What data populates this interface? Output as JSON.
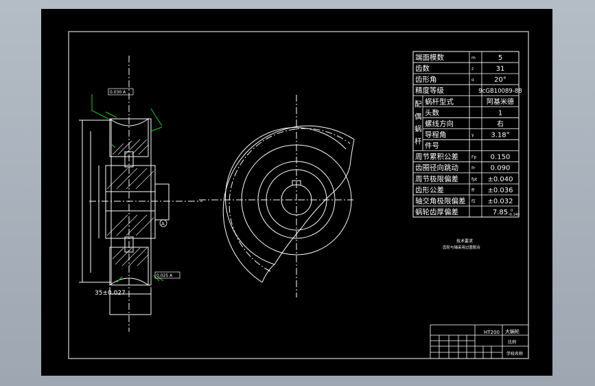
{
  "spec_table": {
    "rows": [
      {
        "label": "端面模数",
        "symbol": "m",
        "value": "5"
      },
      {
        "label": "齿数",
        "symbol": "z",
        "value": "31"
      },
      {
        "label": "齿形角",
        "symbol": "α",
        "value": "20°"
      },
      {
        "label": "精度等级",
        "symbol": "",
        "value": "9cGB10089-88"
      },
      {
        "label": "蜗杆型式",
        "symbol": "",
        "value": "阿基米德"
      },
      {
        "label": "头数",
        "symbol": "",
        "value": "1"
      },
      {
        "label": "螺线方向",
        "symbol": "",
        "value": "右"
      },
      {
        "label": "导程角",
        "symbol": "γ",
        "value": "3.18°"
      },
      {
        "label": "件号",
        "symbol": "",
        "value": ""
      },
      {
        "label": "周节累积公差",
        "symbol": "Fp",
        "value": "0.150"
      },
      {
        "label": "齿圈径向跳动",
        "symbol": "Fr",
        "value": "0.090"
      },
      {
        "label": "周节极限偏差",
        "symbol": "fpt",
        "value": "±0.040"
      },
      {
        "label": "齿形公差",
        "symbol": "ff",
        "value": "±0.036"
      },
      {
        "label": "轴交角极限偏差",
        "symbol": "fΣ",
        "value": "±0.032"
      },
      {
        "label": "蜗轮齿厚偏差",
        "symbol": "",
        "value": "7.85"
      }
    ],
    "group_label": "配偶蜗杆",
    "tolerance_upper": "0",
    "tolerance_lower": "-0.140"
  },
  "notes": {
    "title": "技术要求",
    "line1": "齿轮与轴采用过盈配合"
  },
  "title_block": {
    "material": "HT200",
    "drawing_name": "大蜗轮",
    "scale_label": "比例",
    "company": "学校名称"
  },
  "dimensions": {
    "width_label": "35±0.027",
    "datum_label": "A",
    "fc_top": "0.030 A",
    "fc_bottom": "0.025 A"
  }
}
